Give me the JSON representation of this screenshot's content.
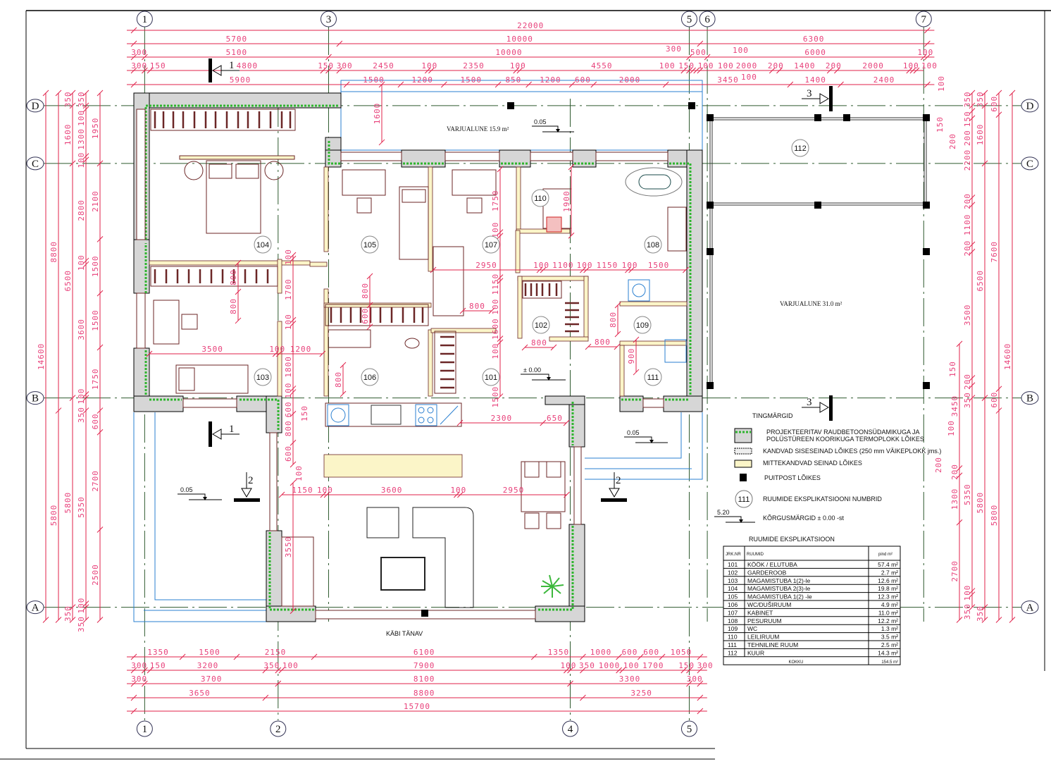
{
  "labels": {
    "varjualune_small": "VARJUALUNE 15.9 m²",
    "varjualune_large": "VARJUALUNE 31.0 m²",
    "street": "KÄBI TÄNAV"
  },
  "grid": {
    "top_columns": [
      "1",
      "3",
      "5",
      "6",
      "7"
    ],
    "bottom_columns": [
      "1",
      "2",
      "4",
      "5"
    ],
    "rows": [
      "D",
      "C",
      "B",
      "A"
    ]
  },
  "rooms": [
    "104",
    "105",
    "107",
    "110",
    "108",
    "102",
    "109",
    "103",
    "106",
    "101",
    "111",
    "112"
  ],
  "levels": {
    "terrace_top": "0.05",
    "terrace_left": "0.05",
    "terrace_right": "0.05",
    "floor_zero": "± 0.00"
  },
  "sections": {
    "s1": "1",
    "s2": "2",
    "s3": "3"
  },
  "dimensions": {
    "top": [
      [
        22000
      ],
      [
        5700,
        10000,
        6300
      ],
      [
        300,
        5100,
        10000,
        500,
        6000,
        100
      ],
      [
        300,
        150,
        4800,
        150,
        300,
        2450,
        100,
        2350,
        100,
        4550,
        150,
        100,
        100,
        100,
        2000,
        200,
        1400,
        200,
        2000,
        100,
        100
      ],
      [
        5900,
        1500,
        1200,
        1500,
        850,
        1200,
        600,
        2000,
        3450,
        1400,
        2400
      ]
    ],
    "bottom": [
      [
        1350,
        1500,
        2150,
        6100,
        1350,
        1000,
        600,
        600,
        1050
      ],
      [
        300,
        150,
        3200,
        350,
        100,
        7900,
        100,
        350,
        1000,
        100,
        1700,
        150,
        300
      ],
      [
        300,
        3700,
        8100,
        3300,
        300
      ],
      [
        3650,
        8800,
        3250
      ],
      [
        15700
      ]
    ],
    "left": [
      [
        14600
      ],
      [
        8800,
        5800
      ],
      [
        350,
        1600,
        6500,
        5800,
        350
      ],
      [
        350,
        100,
        1300,
        100,
        2800,
        100,
        3600,
        100,
        350,
        5350,
        100,
        350
      ],
      [
        1950,
        2100,
        1500,
        1500,
        1750,
        600,
        2700,
        2500
      ]
    ],
    "right": [
      [
        14600
      ],
      [
        600,
        7600,
        600,
        5800
      ],
      [
        350,
        1600,
        6500,
        5800,
        350
      ],
      [
        350,
        150,
        200,
        2200,
        200,
        1100,
        200,
        3500,
        200,
        350,
        5350,
        100,
        350
      ],
      [
        3450,
        200,
        1300,
        2700
      ]
    ],
    "interior_h": [
      [
        2950,
        100,
        1100,
        100,
        1150,
        100,
        1500
      ],
      [
        3500,
        100,
        1200
      ],
      [
        2300,
        650
      ],
      [
        1150,
        100,
        3600,
        100,
        2950
      ],
      [
        800
      ],
      [
        800
      ],
      [
        800
      ]
    ],
    "interior_v": [
      [
        100,
        1700,
        100,
        1800,
        100,
        600,
        800,
        600
      ],
      [
        3550
      ],
      [
        1750,
        100,
        1150,
        100,
        1600,
        100,
        1500
      ],
      [
        1600
      ],
      [
        1900
      ],
      [
        800,
        800
      ],
      [
        800,
        600
      ],
      [
        800
      ],
      [
        800
      ],
      [
        900
      ]
    ],
    "leaders": [
      "300",
      "100",
      "100",
      "100",
      "150",
      "200",
      "150",
      "100",
      "200",
      "150",
      "100"
    ]
  },
  "legend": {
    "title": "TINGMÄRGID",
    "items": [
      {
        "icon": "insulated-wall-swatch",
        "text": "PROJEKTEERITAV RAUDBETOONSÜDAMIKUGA JA",
        "text2": "POLÜSTÜREEN KOORIKUGA TERMOPLOKK LÕIKES"
      },
      {
        "icon": "bearing-wall-swatch",
        "text": "KANDVAD SISESEINAD LÕIKES (250 mm VÄIKEPLOKK jms.)"
      },
      {
        "icon": "partition-wall-swatch",
        "text": "MITTEKANDVAD SEINAD LÕIKES"
      },
      {
        "icon": "wood-post-swatch",
        "text": "PUITPOST LÕIKES"
      },
      {
        "icon": "room-number-swatch",
        "text": "RUUMIDE EKSPLIKATSIOONI NUMBRID",
        "sample": "111"
      },
      {
        "icon": "level-mark-swatch",
        "text": "KÕRGUSMÄRGID ± 0.00 -st",
        "sample": "5.20"
      }
    ]
  },
  "table": {
    "title": "RUUMIDE EKSPLIKATSIOON",
    "headers": [
      "JRK.NR",
      "RUUMID",
      "pind m²"
    ],
    "rows": [
      [
        "101",
        "KÖÖK / ELUTUBA",
        "57.4 m²"
      ],
      [
        "102",
        "GARDEROOB",
        "2.7 m²"
      ],
      [
        "103",
        "MAGAMISTUBA 1(2)-le",
        "12.6 m²"
      ],
      [
        "104",
        "MAGAMISTUBA 2(3)-le",
        "19.8 m²"
      ],
      [
        "105",
        "MAGAMISTUBA 1(2) -le",
        "12.3 m²"
      ],
      [
        "106",
        "WC/DUŠIRUUM",
        "4.9 m²"
      ],
      [
        "107",
        "KABINET",
        "11.0 m²"
      ],
      [
        "108",
        "PESURUUM",
        "12.2 m²"
      ],
      [
        "109",
        "WC",
        "1.3 m²"
      ],
      [
        "110",
        "LEILIRUUM",
        "3.5 m²"
      ],
      [
        "111",
        "TEHNILINE RUUM",
        "2.5 m²"
      ],
      [
        "112",
        "KUUR",
        "14.3 m²"
      ]
    ],
    "total_label": "KOKKU",
    "total_value": "154.5 m²"
  },
  "colors": {
    "dimension": "#e0204a",
    "grid": "#2f5a2f",
    "terrace": "#2a7fd0",
    "furniture": "#6b2626",
    "partition": "#fbf5c8",
    "insulation": "#2fb52f"
  }
}
